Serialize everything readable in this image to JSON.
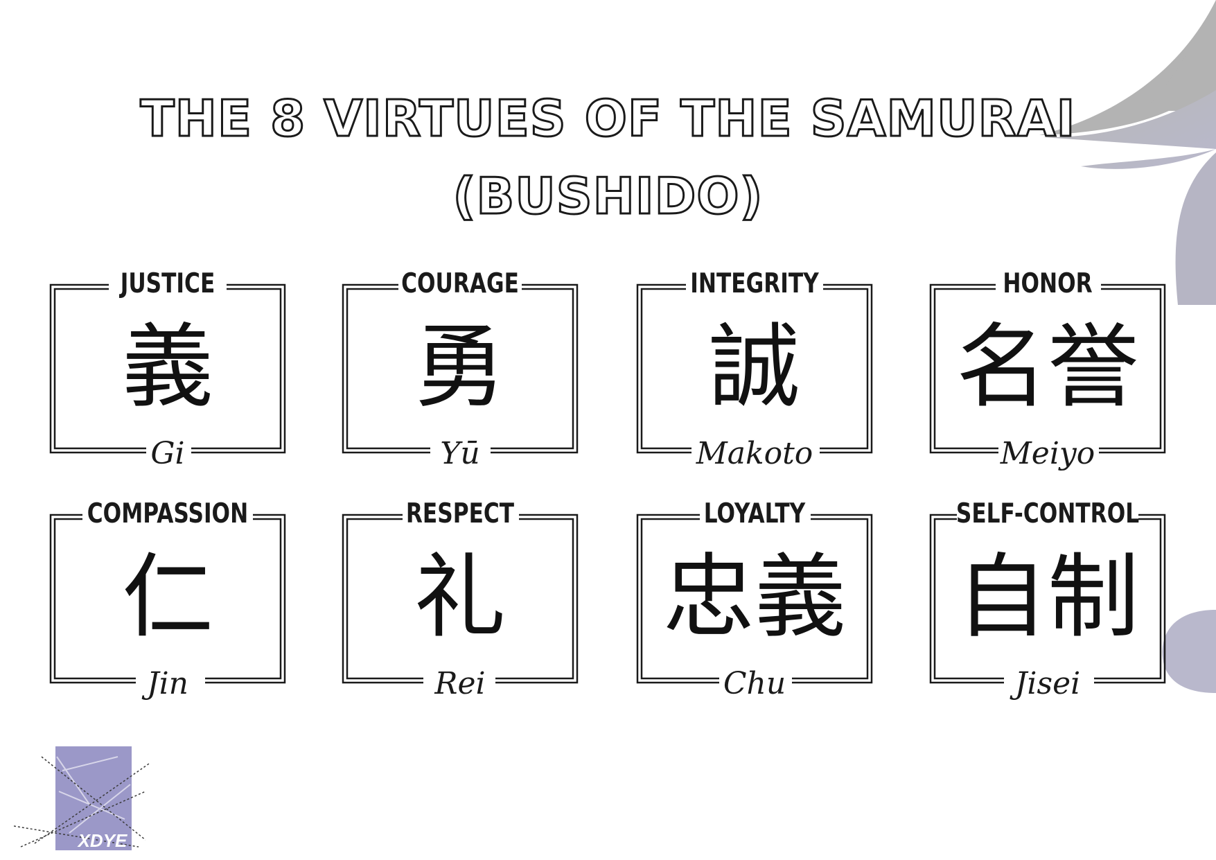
{
  "title": {
    "line1": "THE 8 VIRTUES OF THE SAMURAI",
    "line2": "(BUSHIDO)"
  },
  "virtues": [
    {
      "label": "JUSTICE",
      "kanji": "義",
      "romaji": "Gi"
    },
    {
      "label": "COURAGE",
      "kanji": "勇",
      "romaji": "Yū"
    },
    {
      "label": "INTEGRITY",
      "kanji": "誠",
      "romaji": "Makoto"
    },
    {
      "label": "HONOR",
      "kanji": "名誉",
      "romaji": "Meiyo"
    },
    {
      "label": "COMPASSION",
      "kanji": "仁",
      "romaji": "Jin"
    },
    {
      "label": "RESPECT",
      "kanji": "礼",
      "romaji": "Rei"
    },
    {
      "label": "LOYALTY",
      "kanji": "忠義",
      "romaji": "Chu"
    },
    {
      "label": "SELF-CONTROL",
      "kanji": "自制",
      "romaji": "Jisei"
    }
  ],
  "logo": {
    "text": "XDYE",
    "color": "#9b98c8"
  },
  "colors": {
    "ink": "#1a1a1a",
    "decor": "#b4b4c0"
  }
}
